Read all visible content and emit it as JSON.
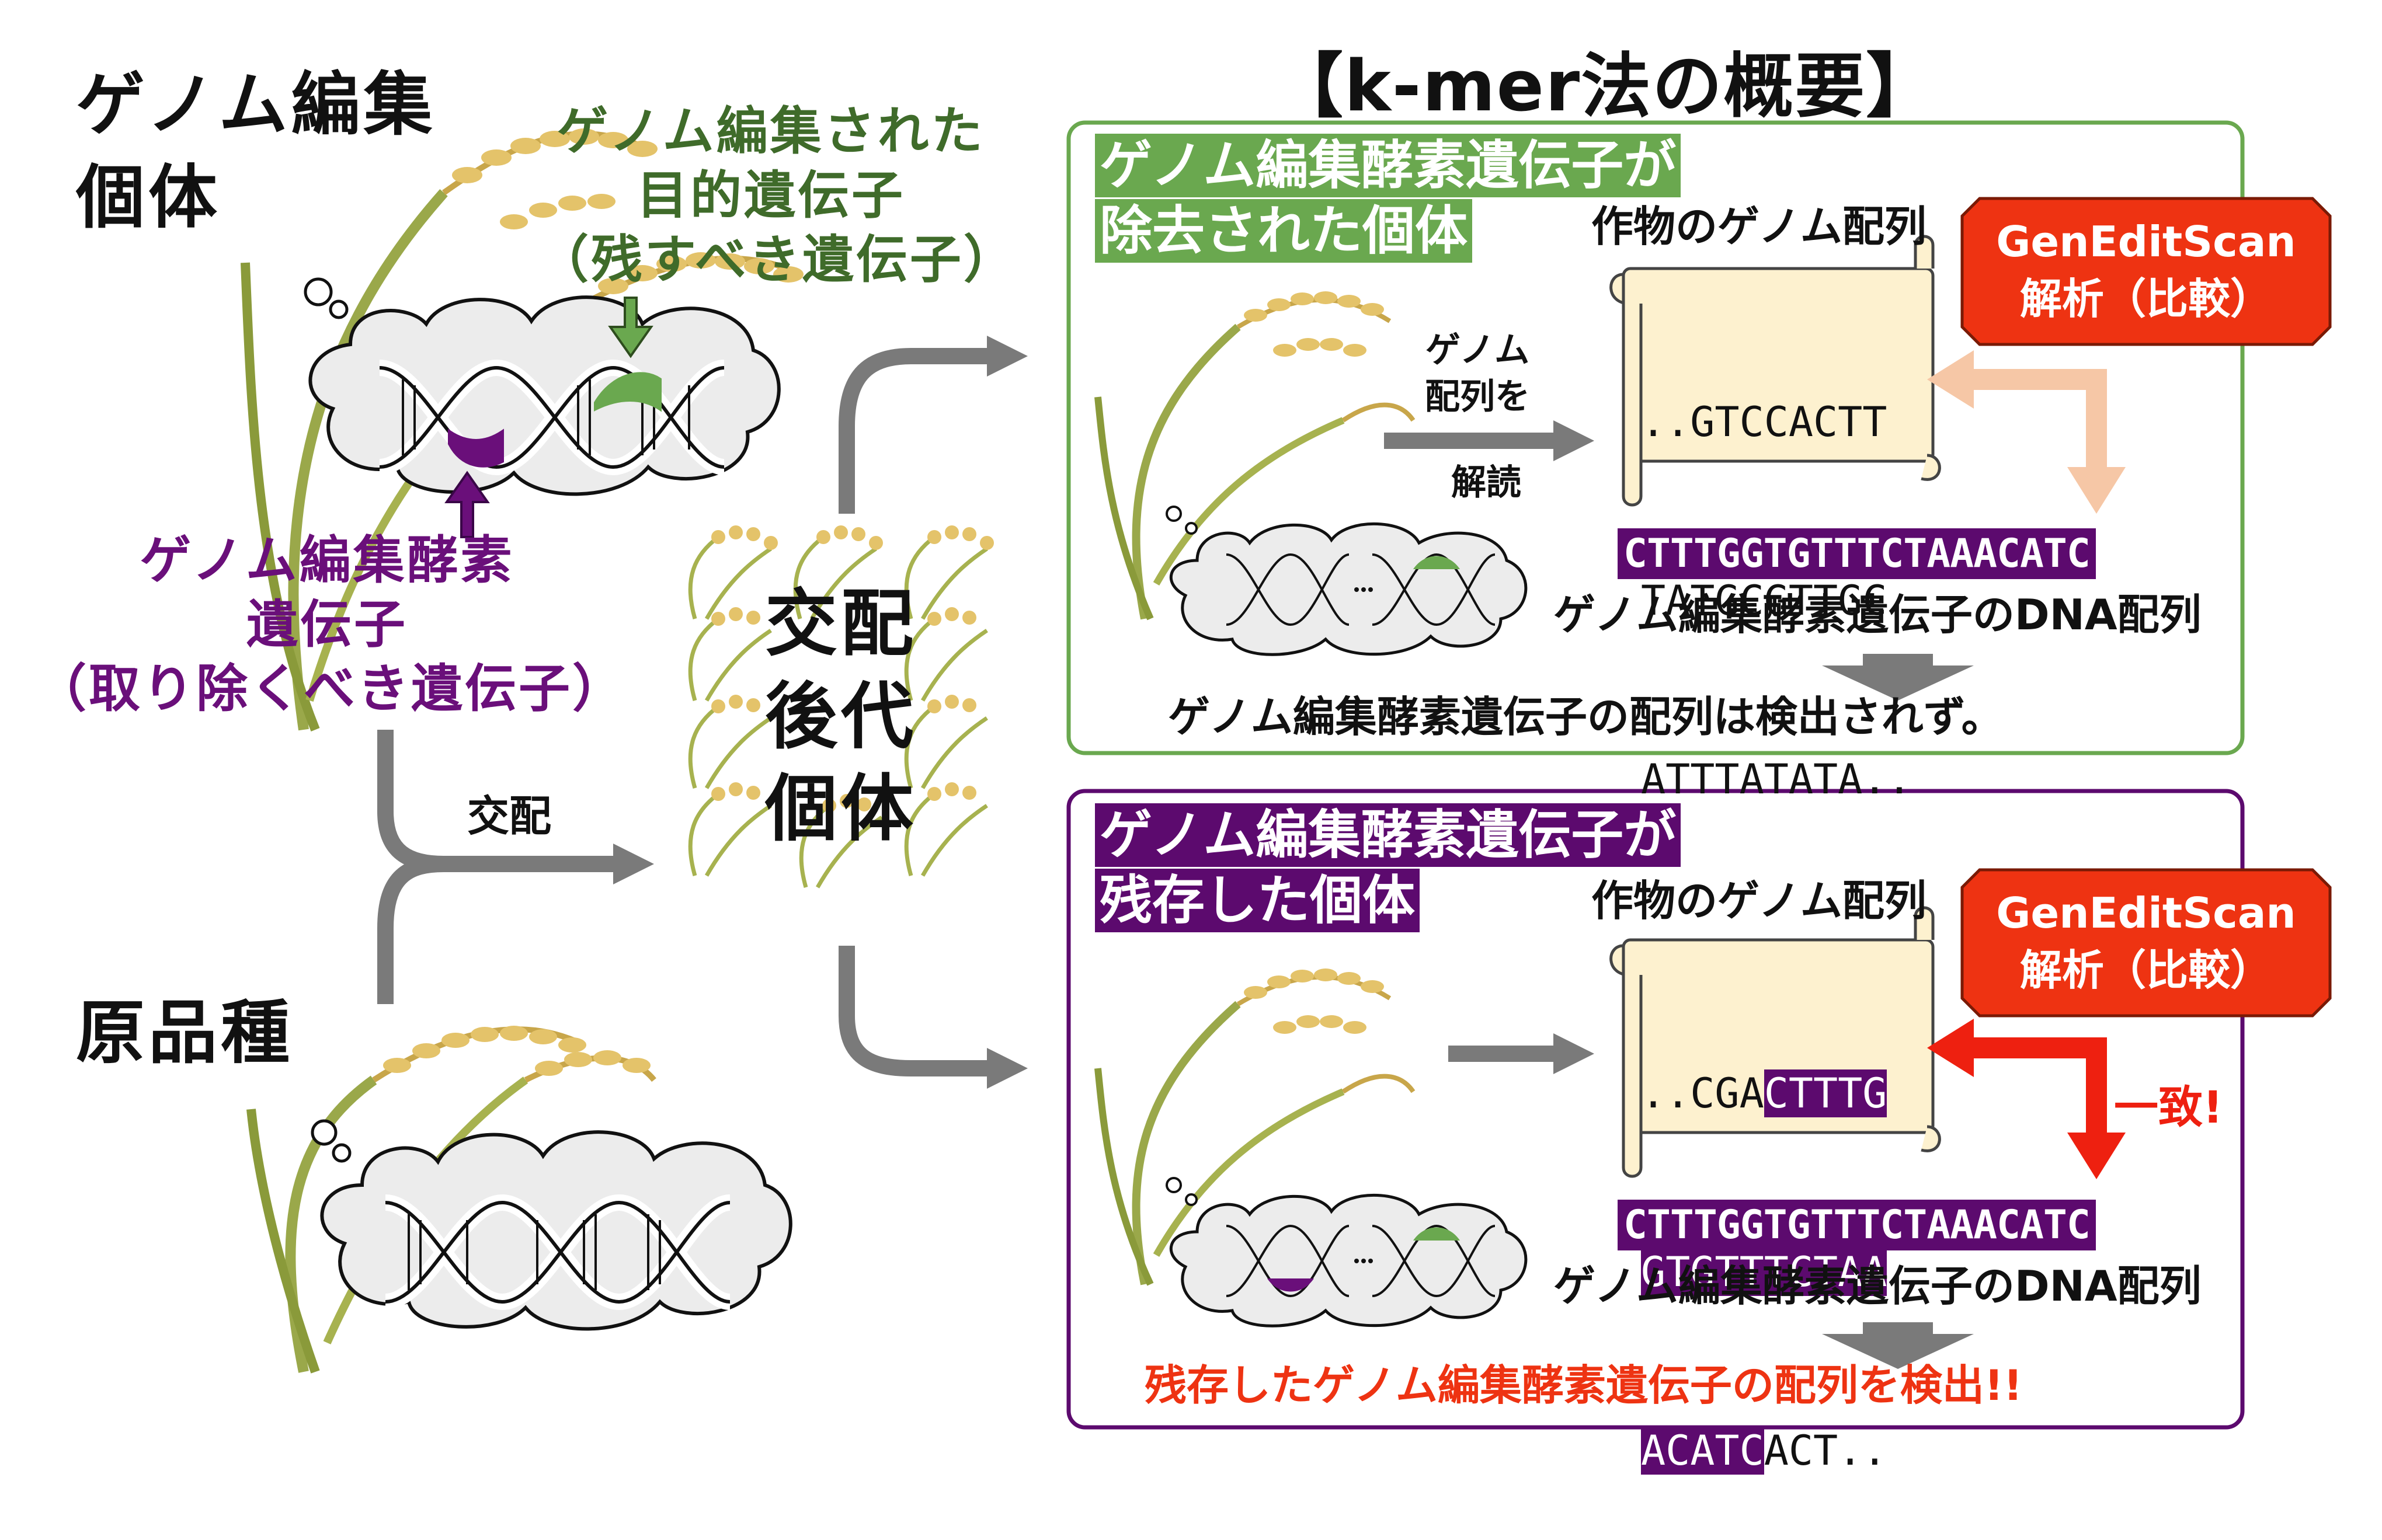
{
  "left": {
    "edited_title_line1": "ゲノム編集",
    "edited_title_line2": "個体",
    "target_gene_line1": "ゲノム編集された",
    "target_gene_line2": "目的遺伝子",
    "target_gene_line3": "（残すべき遺伝子）",
    "enzyme_gene_line1": "ゲノム編集酵素",
    "enzyme_gene_line2": "遺伝子",
    "enzyme_gene_line3": "（取り除くべき遺伝子）",
    "cross_label": "交配",
    "offspring_line1": "交配",
    "offspring_line2": "後代",
    "offspring_line3": "個体",
    "original_title": "原品種"
  },
  "main_title": "【k-mer法の概要】",
  "panel_top": {
    "label_line1": "ゲノム編集酵素遺伝子が",
    "label_line2": "除去された個体",
    "genome_caption": "作物のゲノム配列",
    "read_label_line1": "ゲノム",
    "read_label_line2": "配列を",
    "read_label_line3": "解読",
    "seq_line1": "..GTCCACTT",
    "seq_line2": "TATGCGTTGC",
    "seq_line3": "ATTTATATA..",
    "badge_line1": "GenEditScan",
    "badge_line2": "解析（比較）",
    "dna_seq": "CTTTGGTGTTTCTAAACATC",
    "dna_caption": "ゲノム編集酵素遺伝子のDNA配列",
    "result": "ゲノム編集酵素遺伝子の配列は検出されず。"
  },
  "panel_bottom": {
    "label_line1": "ゲノム編集酵素遺伝子が",
    "label_line2": "残存した個体",
    "genome_caption": "作物のゲノム配列",
    "seq_l1_plain": "..CGA",
    "seq_l1_hl": "CTTTG",
    "seq_l2_hl": "GTGTTTCTAA",
    "seq_l3_hl": "ACATC",
    "seq_l3_plain": "ACT..",
    "badge_line1": "GenEditScan",
    "badge_line2": "解析（比較）",
    "match_label": "一致!",
    "dna_seq": "CTTTGGTGTTTCTAAACATC",
    "dna_caption": "ゲノム編集酵素遺伝子のDNA配列",
    "result": "残存したゲノム編集酵素遺伝子の配列を検出!!"
  },
  "colors": {
    "green": "#6aa84f",
    "dark_green": "#3f6b2a",
    "purple": "#5c0a6e",
    "red": "#ee3312",
    "arrow_gray": "#7a7a7a",
    "peach": "#f6c7a6",
    "parchment": "#fdf1cf",
    "panel_green_border": "#6aa84f",
    "panel_purple_border": "#5c0a6e"
  }
}
